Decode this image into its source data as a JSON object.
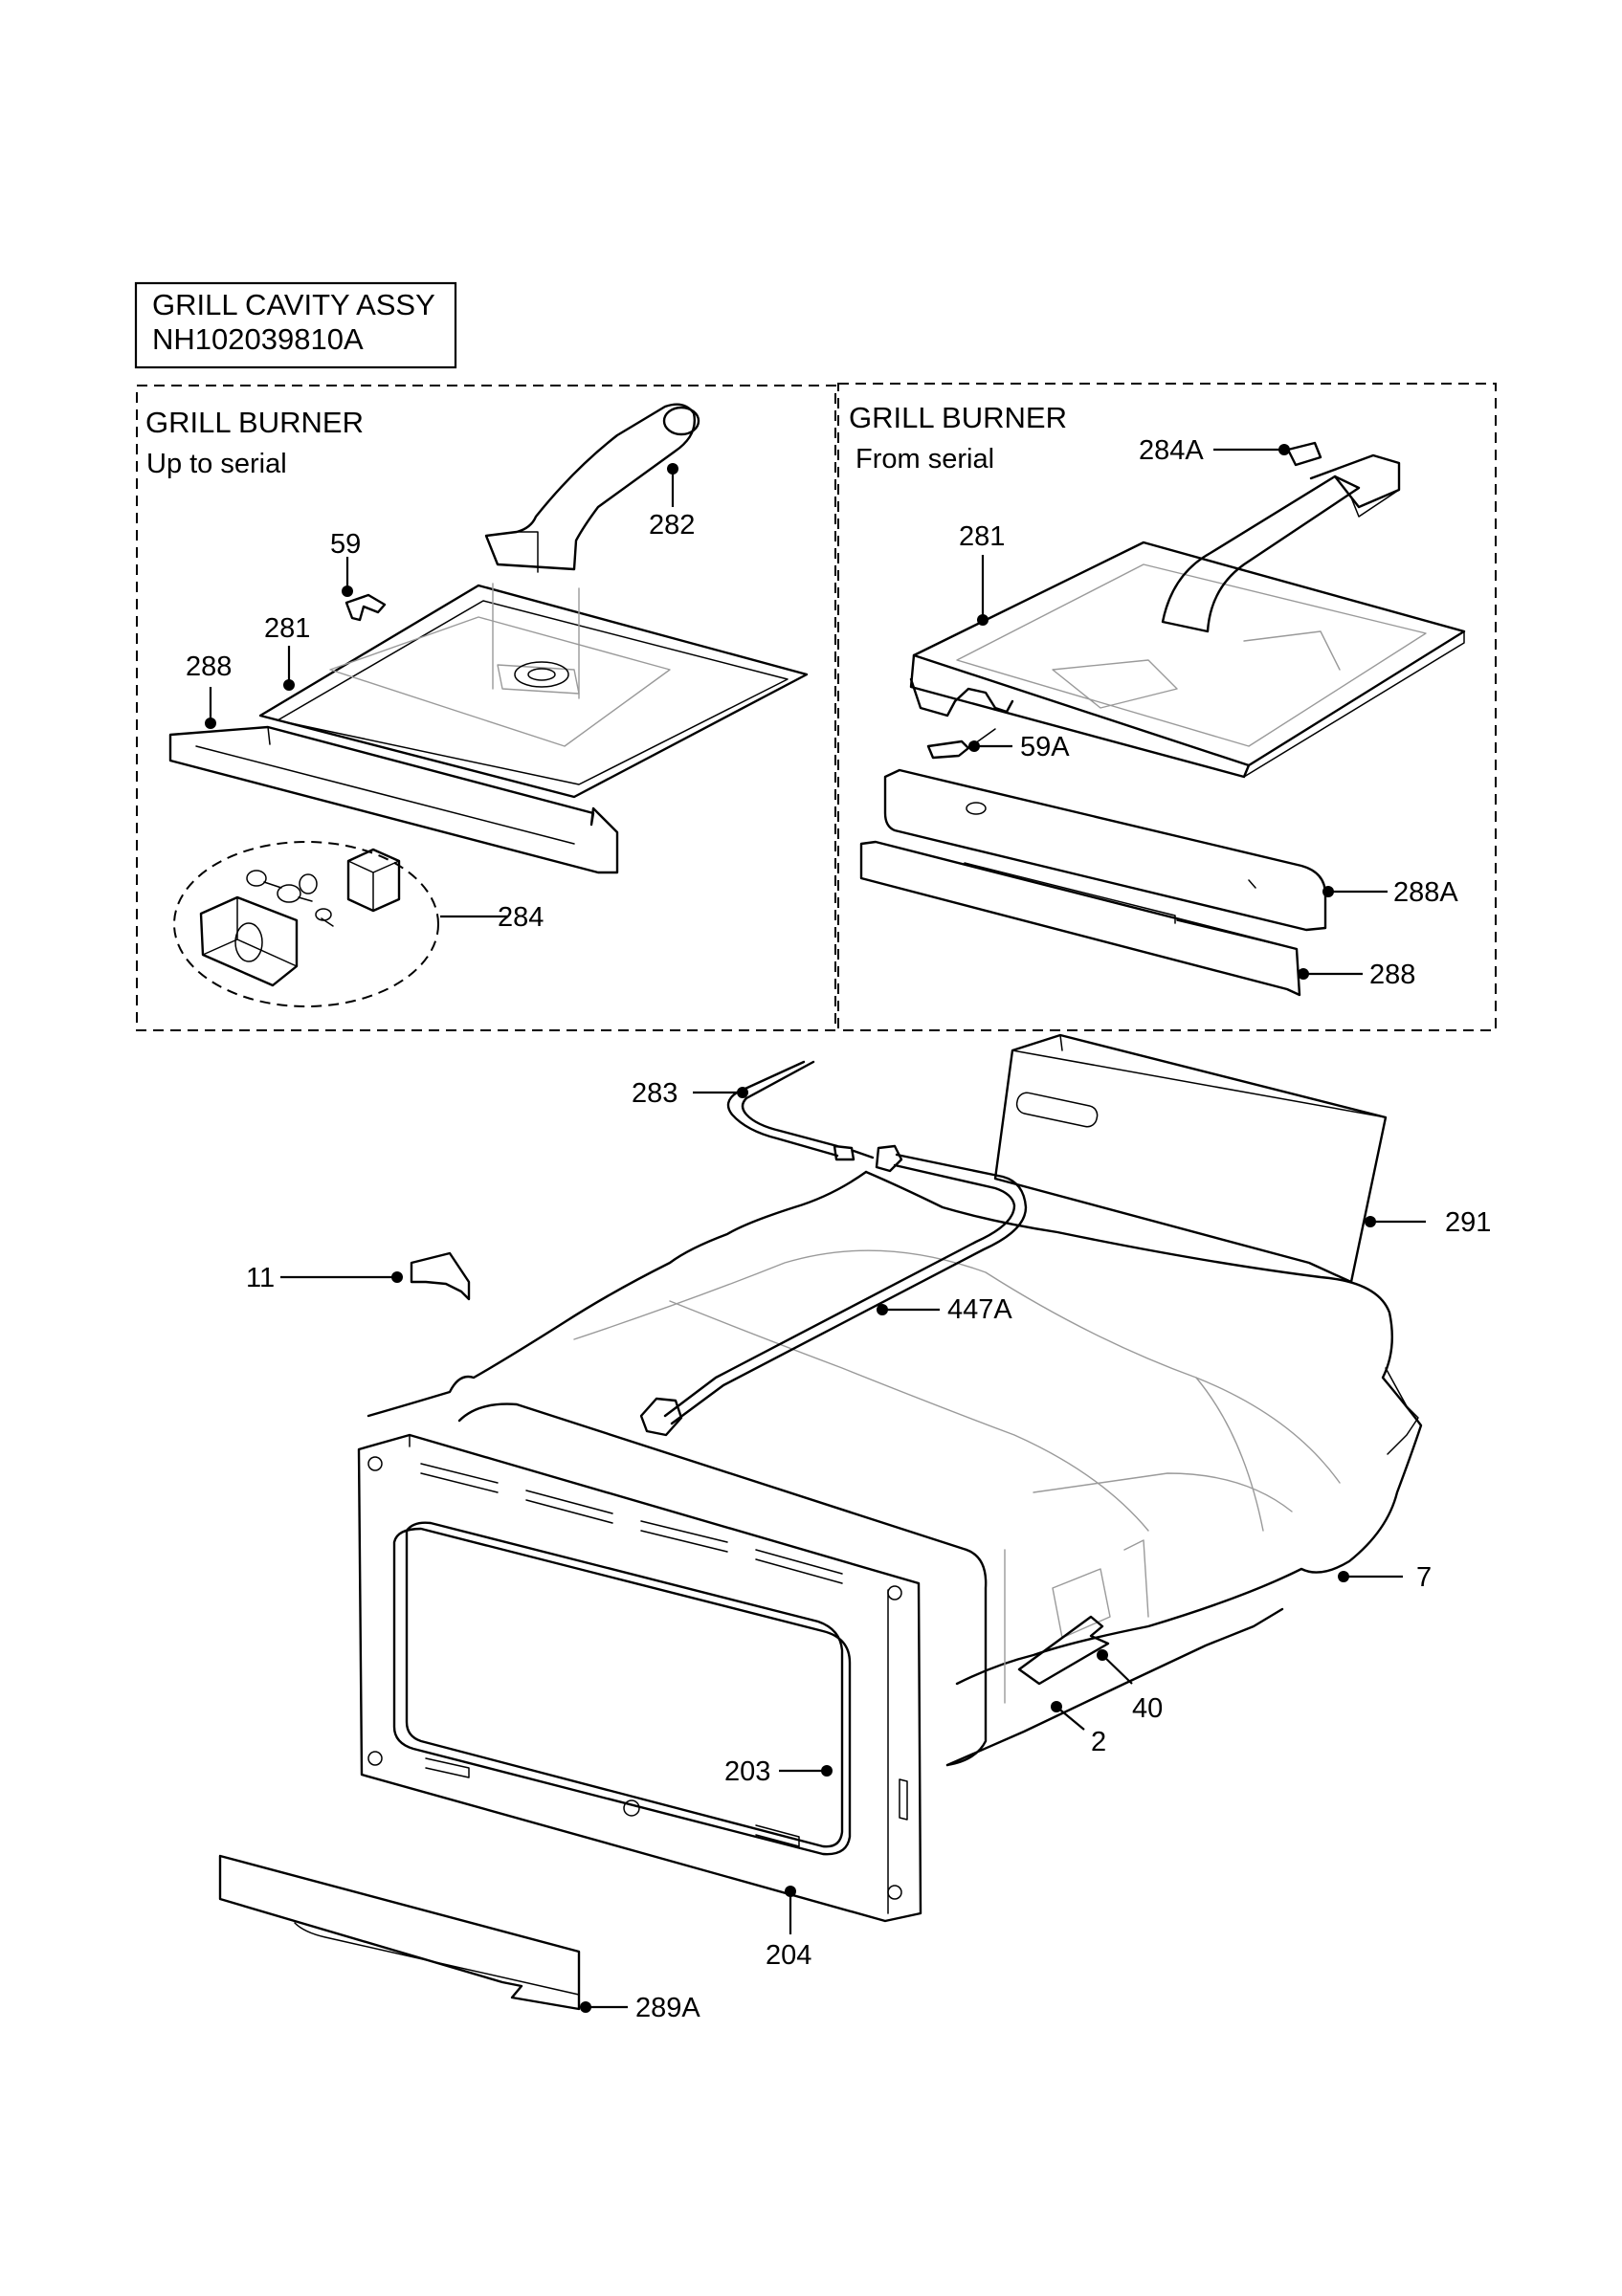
{
  "title_box": {
    "line1": "GRILL CAVITY ASSY",
    "line2": "NH102039810A"
  },
  "panel_left": {
    "heading": "GRILL BURNER",
    "subheading": "Up to serial"
  },
  "panel_right": {
    "heading": "GRILL BURNER",
    "subheading": "From serial"
  },
  "callouts": {
    "c59": "59",
    "c282": "282",
    "c281_left": "281",
    "c288_left": "288",
    "c284": "284",
    "c284A": "284A",
    "c281_right": "281",
    "c59A": "59A",
    "c288A": "288A",
    "c288_right": "288",
    "c283": "283",
    "c291": "291",
    "c11": "11",
    "c447A": "447A",
    "c7": "7",
    "c40": "40",
    "c2": "2",
    "c203": "203",
    "c204": "204",
    "c289A": "289A"
  }
}
